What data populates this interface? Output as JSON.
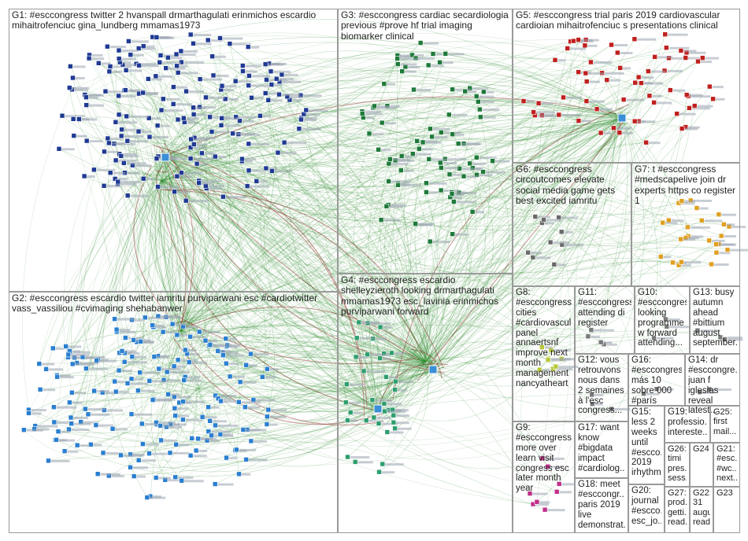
{
  "graph": {
    "edge_colors": {
      "green": "#2e8b2e",
      "darkred": "#8b1a1a"
    },
    "groups": [
      {
        "id": "G1",
        "label": "G1: #esccongress twitter 2 hvanspall drmarthagulati erinmichos escardio mihaitrofenciuc gina_lundberg mmamas1973",
        "color": "#1f3a93"
      },
      {
        "id": "G2",
        "label": "G2: #esccongress escardio twitter iamritu purviparwani esc #cardiotwitter vass_vassiliou #cvimaging shehabanwer",
        "color": "#2a7fd0"
      },
      {
        "id": "G3",
        "label": "G3: #esccongress cardiac secardiologia previous #prove hf trial imaging biomarker clinical",
        "color": "#1f7a3a"
      },
      {
        "id": "G4",
        "label": "G4: #esccongress escardio shelleyzieroth looking drmarthagulati mmamas1973 esc_lavinia erinmichos purviparwani forward",
        "color": "#2e9e6e"
      },
      {
        "id": "G5",
        "label": "G5: #esccongress trial paris 2019 cardiovascular cardioian mihaitrofenciuc s presentations clinical",
        "color": "#c0201e"
      },
      {
        "id": "G6",
        "label": "G6: #esccongress circoutcomes elevate social media game gets best excited iamritu",
        "color": "#6a6a6a"
      },
      {
        "id": "G7",
        "label": "G7: t #esccongress #medscapelive join dr experts https co register 1",
        "color": "#e0a020"
      },
      {
        "id": "G8",
        "label": "G8: #esccongress cities #cardiovascul... panel annaertsnf improve next month management nancyatheart",
        "color": "#b8c83a"
      },
      {
        "id": "G9",
        "label": "G9: #esccongress more over learn visit congress esc later month year",
        "color": "#c0308a"
      },
      {
        "id": "G10",
        "label": "G10: #esccongress looking programme w forward attending...",
        "color": "#7a7a7a"
      },
      {
        "id": "G11",
        "label": "G11: #esccongress attending di register",
        "color": "#7a7a7a"
      },
      {
        "id": "G12",
        "label": "G12: vous retrouvons nous dans 2 semaines à l'esc congress...",
        "color": "#7a7a7a"
      },
      {
        "id": "G13",
        "label": "G13: busy autumn ahead #bittium august september...",
        "color": "#7a7a7a"
      },
      {
        "id": "G14",
        "label": "G14: dr #esccongre... juan f iglesias reveal latest...",
        "color": "#7a7a7a"
      },
      {
        "id": "G15",
        "label": "G15: less 2 weeks until #escco... 2019 irhythm...",
        "color": "#7a7a7a"
      },
      {
        "id": "G16",
        "label": "G16: #esccongress más 10 sobre 000 #parís",
        "color": "#7a7a7a"
      },
      {
        "id": "G17",
        "label": "G17: want know #bigdata impact #cardiolog...",
        "color": "#7a7a7a"
      },
      {
        "id": "G18",
        "label": "G18: meet #esccongr... paris 2019 live demonstrat...",
        "color": "#7a7a7a"
      },
      {
        "id": "G19",
        "label": "G19: professio... intereste...",
        "color": "#7a7a7a"
      },
      {
        "id": "G20",
        "label": "G20: journal #escco... esc_jo...",
        "color": "#7a7a7a"
      },
      {
        "id": "G21",
        "label": "G21: #esc... #wc... next...",
        "color": "#7a7a7a"
      },
      {
        "id": "G22",
        "label": "G22: 31 augu... read...",
        "color": "#7a7a7a"
      },
      {
        "id": "G23",
        "label": "G23",
        "color": "#7a7a7a"
      },
      {
        "id": "G24",
        "label": "G24",
        "color": "#7a7a7a"
      },
      {
        "id": "G25",
        "label": "G25: first mail...",
        "color": "#7a7a7a"
      },
      {
        "id": "G26",
        "label": "G26: timi pres... sess...",
        "color": "#7a7a7a"
      },
      {
        "id": "G27",
        "label": "G27: prod... getti... read...",
        "color": "#7a7a7a"
      }
    ]
  }
}
